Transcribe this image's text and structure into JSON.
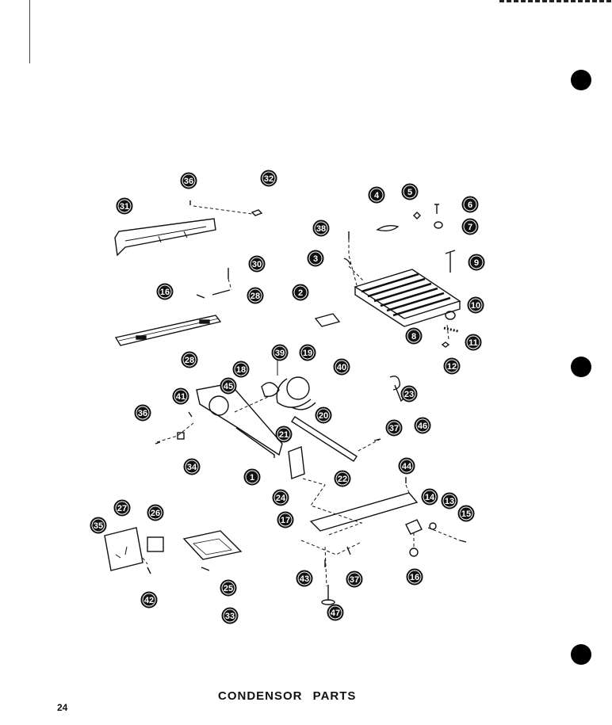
{
  "title": "CONDENSOR PARTS",
  "page_number": "24",
  "callouts": [
    {
      "id": "c31",
      "label": "31"
    },
    {
      "id": "c36a",
      "label": "36"
    },
    {
      "id": "c32",
      "label": "32"
    },
    {
      "id": "c4",
      "label": "4"
    },
    {
      "id": "c5",
      "label": "5"
    },
    {
      "id": "c6",
      "label": "6"
    },
    {
      "id": "c7",
      "label": "7"
    },
    {
      "id": "c38",
      "label": "38"
    },
    {
      "id": "c30",
      "label": "30"
    },
    {
      "id": "c3",
      "label": "3"
    },
    {
      "id": "c9",
      "label": "9"
    },
    {
      "id": "c16a",
      "label": "16"
    },
    {
      "id": "c28a",
      "label": "28"
    },
    {
      "id": "c2",
      "label": "2"
    },
    {
      "id": "c10",
      "label": "10"
    },
    {
      "id": "c8",
      "label": "8"
    },
    {
      "id": "c11",
      "label": "11"
    },
    {
      "id": "c12",
      "label": "12"
    },
    {
      "id": "c28b",
      "label": "28"
    },
    {
      "id": "c39",
      "label": "39"
    },
    {
      "id": "c19",
      "label": "19"
    },
    {
      "id": "c18",
      "label": "18"
    },
    {
      "id": "c40",
      "label": "40"
    },
    {
      "id": "c45",
      "label": "45"
    },
    {
      "id": "c20",
      "label": "20"
    },
    {
      "id": "c23",
      "label": "23"
    },
    {
      "id": "c41",
      "label": "41"
    },
    {
      "id": "c36b",
      "label": "36"
    },
    {
      "id": "c21",
      "label": "21"
    },
    {
      "id": "c46",
      "label": "46"
    },
    {
      "id": "c37a",
      "label": "37"
    },
    {
      "id": "c34",
      "label": "34"
    },
    {
      "id": "c1",
      "label": "1"
    },
    {
      "id": "c22",
      "label": "22"
    },
    {
      "id": "c44",
      "label": "44"
    },
    {
      "id": "c24",
      "label": "24"
    },
    {
      "id": "c27",
      "label": "27"
    },
    {
      "id": "c26",
      "label": "26"
    },
    {
      "id": "c14",
      "label": "14"
    },
    {
      "id": "c13",
      "label": "13"
    },
    {
      "id": "c35",
      "label": "35"
    },
    {
      "id": "c17",
      "label": "17"
    },
    {
      "id": "c15",
      "label": "15"
    },
    {
      "id": "c25",
      "label": "25"
    },
    {
      "id": "c43",
      "label": "43"
    },
    {
      "id": "c37b",
      "label": "37"
    },
    {
      "id": "c16b",
      "label": "16"
    },
    {
      "id": "c42",
      "label": "42"
    },
    {
      "id": "c33",
      "label": "33"
    },
    {
      "id": "c47",
      "label": "47"
    }
  ]
}
